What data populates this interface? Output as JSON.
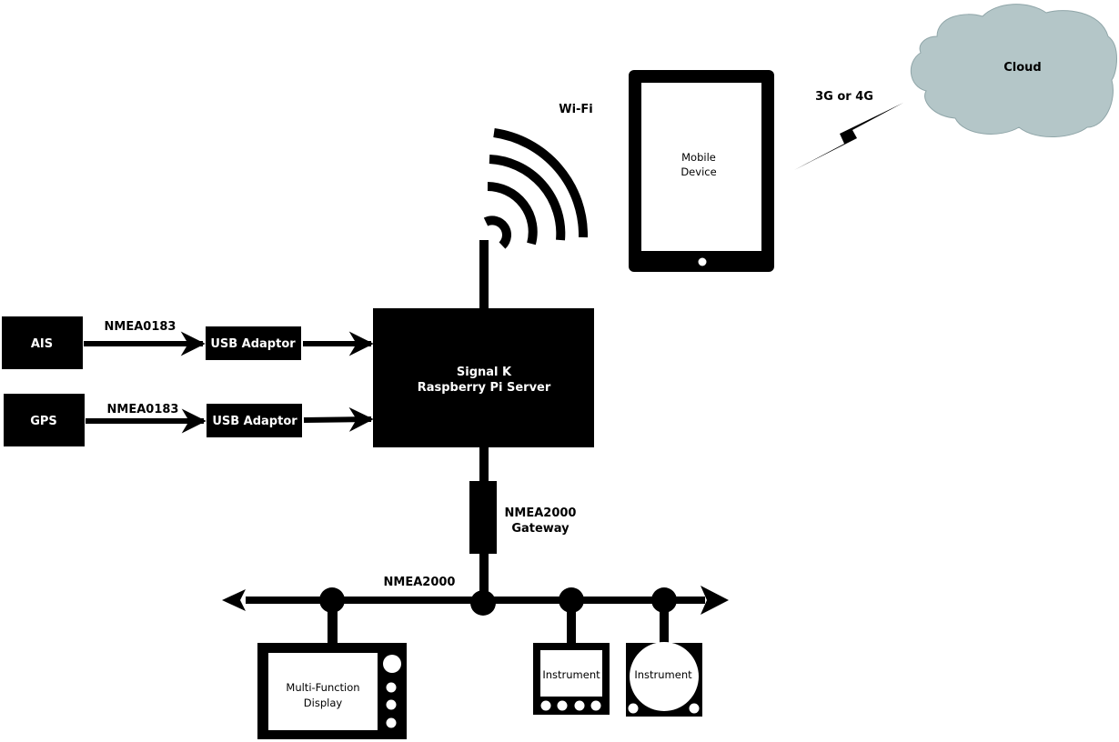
{
  "diagram": {
    "sources": [
      {
        "label": "AIS",
        "link_label": "NMEA0183",
        "adaptor_label": "USB Adaptor"
      },
      {
        "label": "GPS",
        "link_label": "NMEA0183",
        "adaptor_label": "USB Adaptor"
      }
    ],
    "server": {
      "line1": "Signal K",
      "line2": "Raspberry Pi Server"
    },
    "wifi_label": "Wi-Fi",
    "mobile": {
      "line1": "Mobile",
      "line2": "Device"
    },
    "cellular_label": "3G or 4G",
    "cloud_label": "Cloud",
    "gateway": {
      "line1": "NMEA2000",
      "line2": "Gateway"
    },
    "bus_label": "NMEA2000",
    "mfd": {
      "line1": "Multi-Function",
      "line2": "Display"
    },
    "instrument1_label": "Instrument",
    "instrument2_label": "Instrument",
    "colors": {
      "cloud_fill": "#b4c6c8",
      "cloud_stroke": "#8fa5a8",
      "ink": "#000000"
    }
  }
}
